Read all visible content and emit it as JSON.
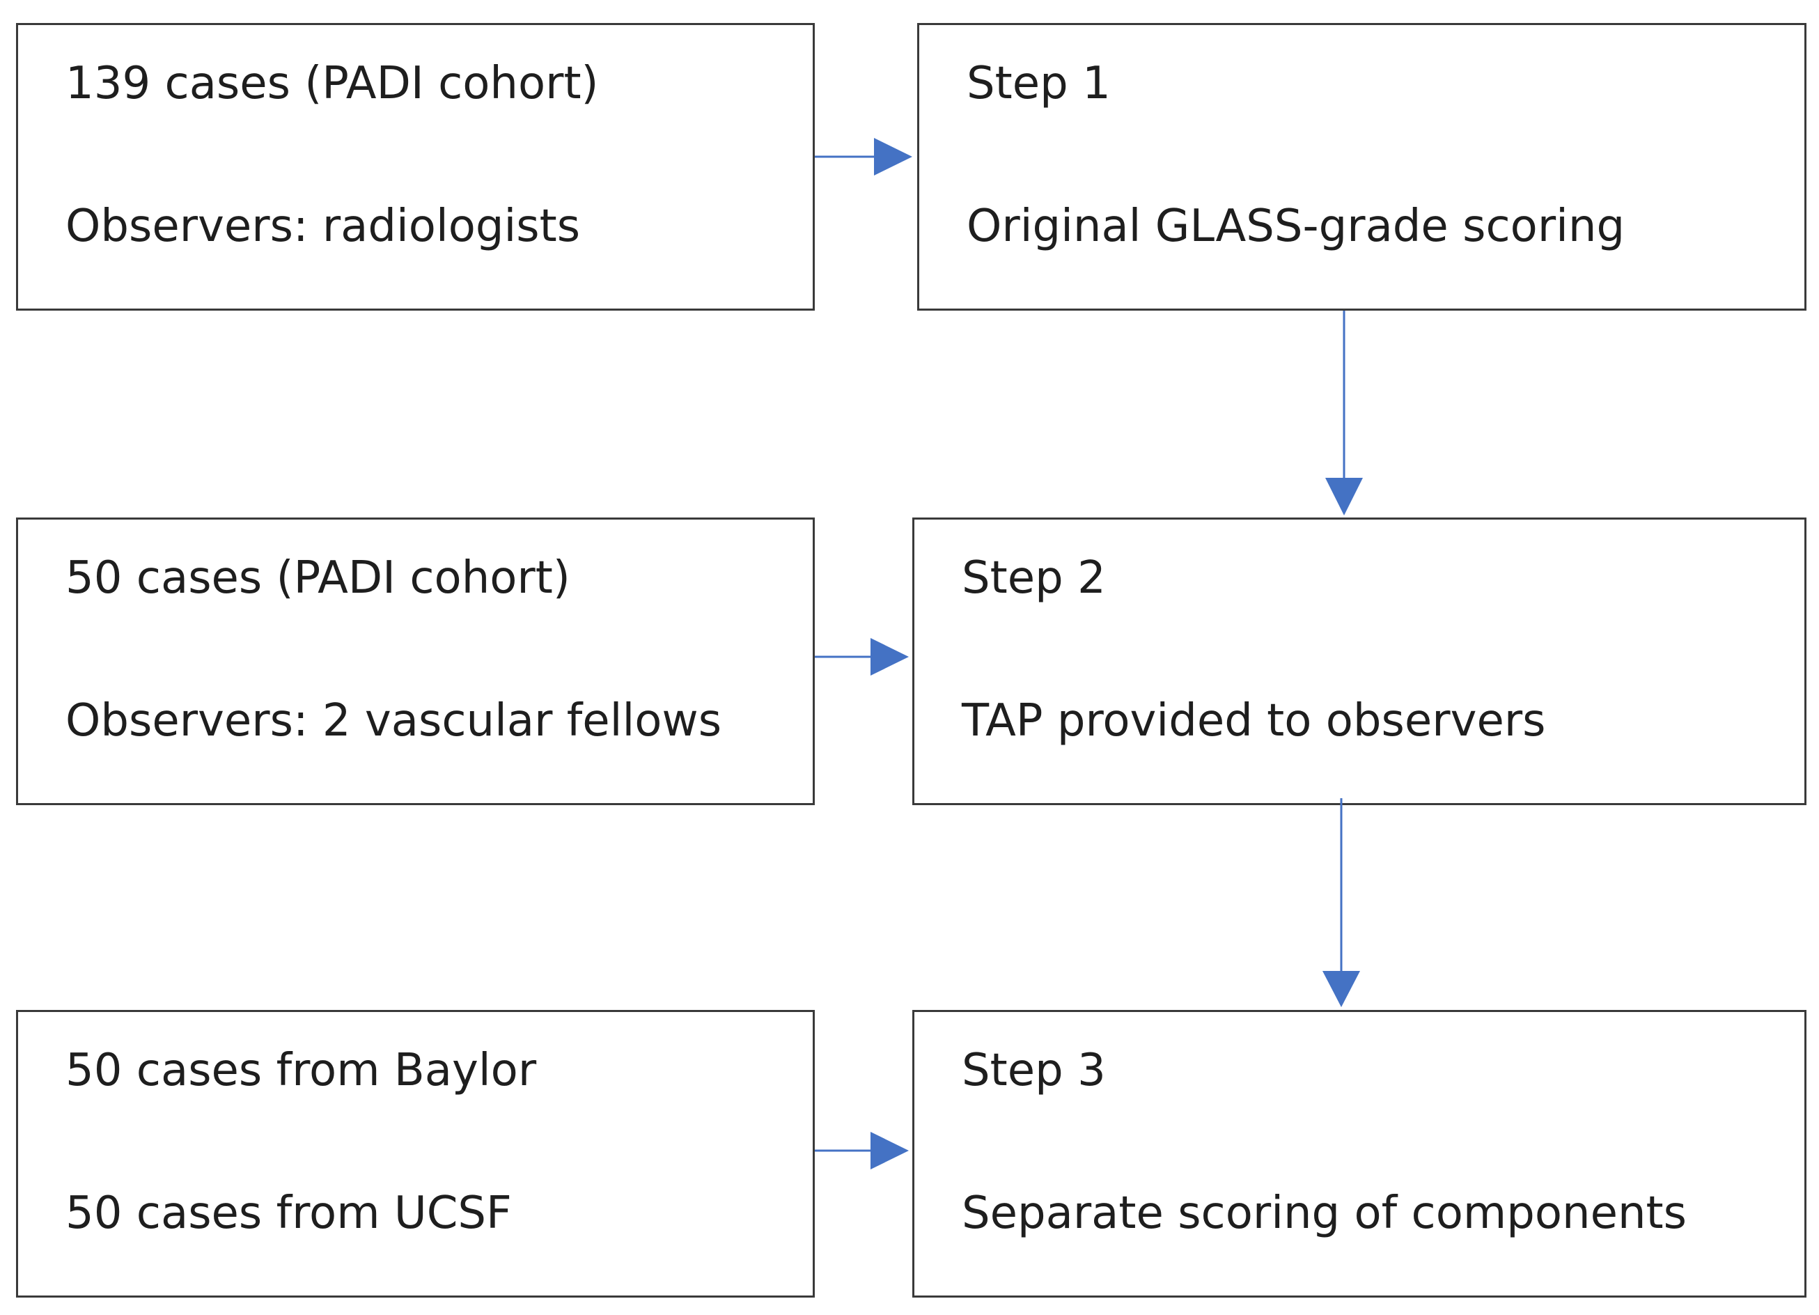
{
  "boxes": [
    {
      "line1": "139 cases (PADI cohort)",
      "line2": "Observers: radiologists"
    },
    {
      "line1": "Step 1",
      "line2": "Original GLASS-grade scoring"
    },
    {
      "line1": "50 cases (PADI cohort)",
      "line2": "Observers: 2 vascular fellows"
    },
    {
      "line1": "Step 2",
      "line2": "TAP provided to observers"
    },
    {
      "line1": "50 cases from Baylor",
      "line2": "50 cases from UCSF"
    },
    {
      "line1": "Step 3",
      "line2": "Separate scoring of components"
    }
  ],
  "colors": {
    "arrow": "#4472c4",
    "border": "#3a3a3a",
    "text": "#1e1e1e"
  }
}
